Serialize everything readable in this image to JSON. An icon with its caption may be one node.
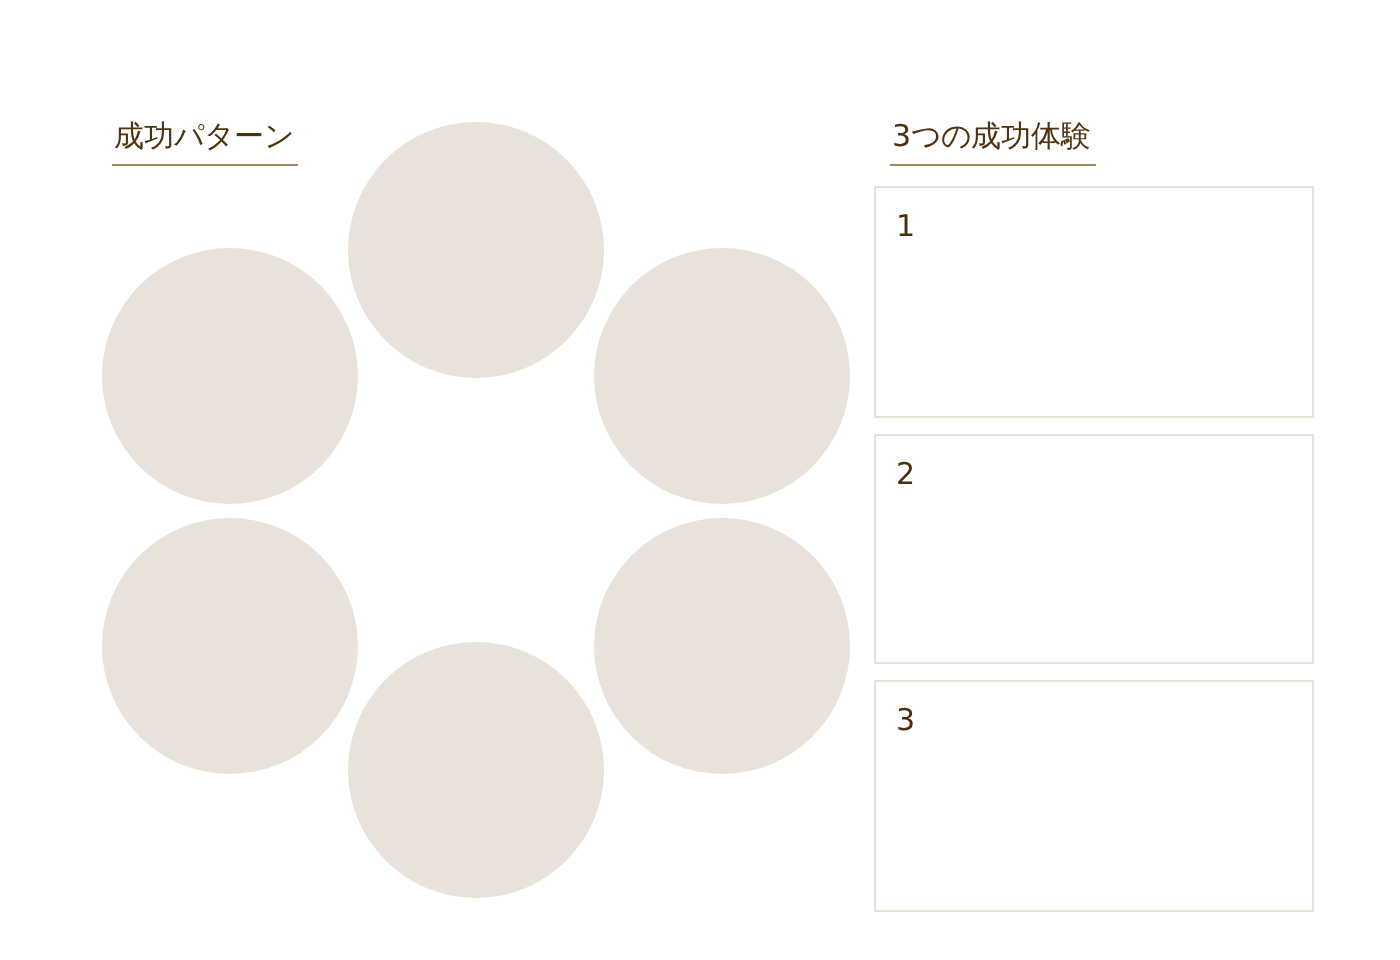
{
  "diagram": {
    "nodes": [
      {
        "text": [],
        "shape": "circle"
      },
      {
        "text": [],
        "shape": "circle"
      },
      {
        "text": [],
        "shape": "circle"
      },
      {
        "text": [],
        "shape": "circle"
      },
      {
        "text": [],
        "shape": "circle"
      },
      {
        "text": [],
        "shape": "circle"
      },
      {
        "text": [
          "1"
        ]
      },
      {
        "text": [
          "2"
        ]
      },
      {
        "text": [
          "3"
        ]
      }
    ],
    "labels": [
      "成功パターン",
      "3つの成功体験"
    ]
  }
}
